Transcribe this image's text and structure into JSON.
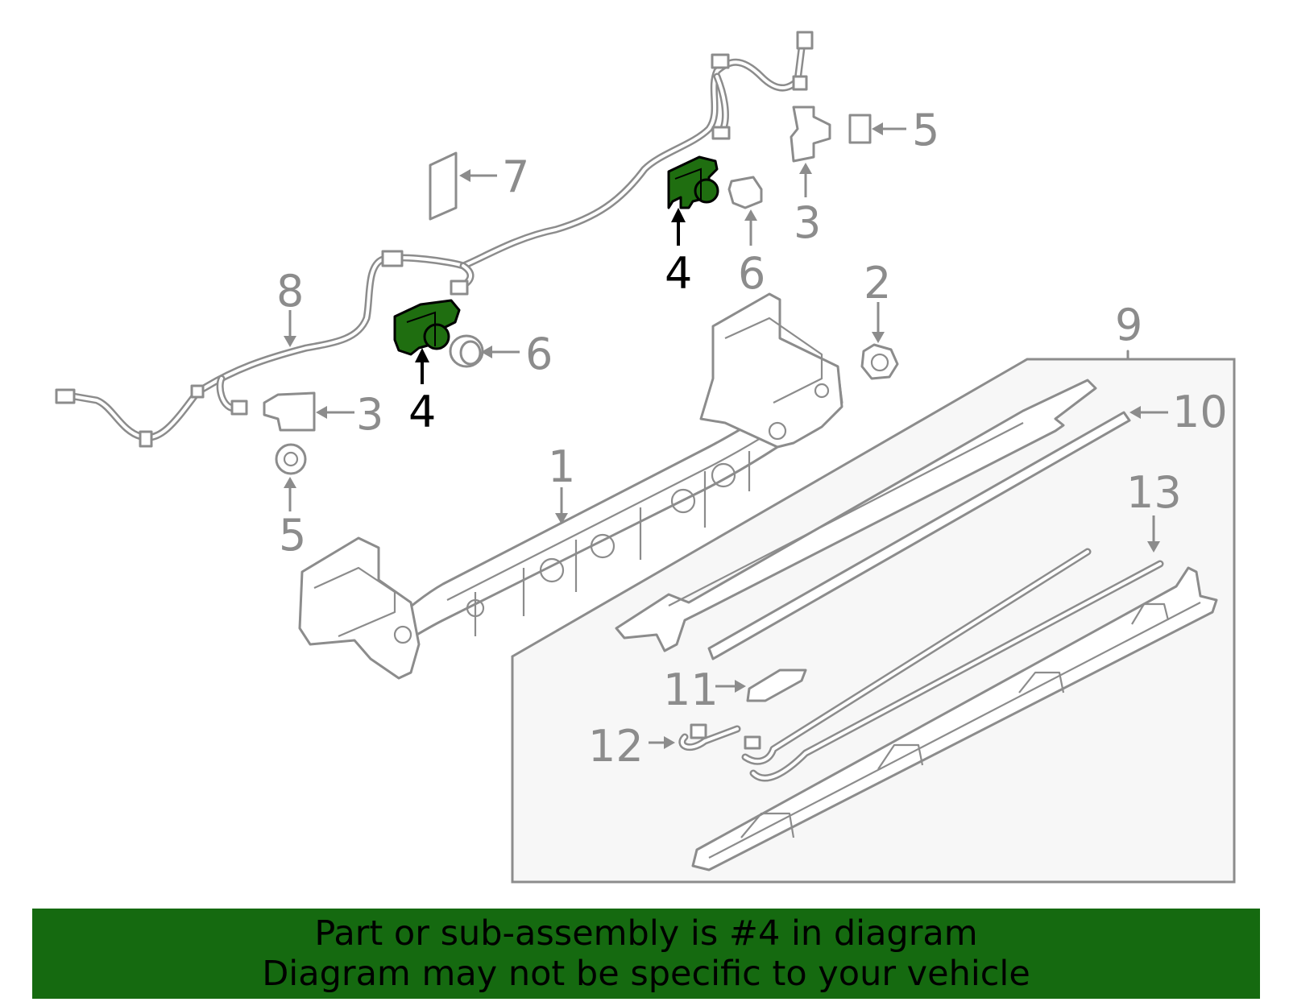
{
  "colors": {
    "highlight_part": "#1f6e10",
    "banner_background": "#156a10",
    "outline": "#8c8c8c",
    "callout_text": "#8c8c8c",
    "highlight_text": "#000000"
  },
  "callouts": {
    "c1": "1",
    "c2": "2",
    "c3a": "3",
    "c3b": "3",
    "c4a": "4",
    "c4b": "4",
    "c5a": "5",
    "c5b": "5",
    "c6a": "6",
    "c6b": "6",
    "c7": "7",
    "c8": "8",
    "c9": "9",
    "c10": "10",
    "c11": "11",
    "c12": "12",
    "c13": "13"
  },
  "banner": {
    "line1": "Part or sub-assembly is #4 in diagram",
    "line2": "Diagram may not be specific to your vehicle"
  }
}
